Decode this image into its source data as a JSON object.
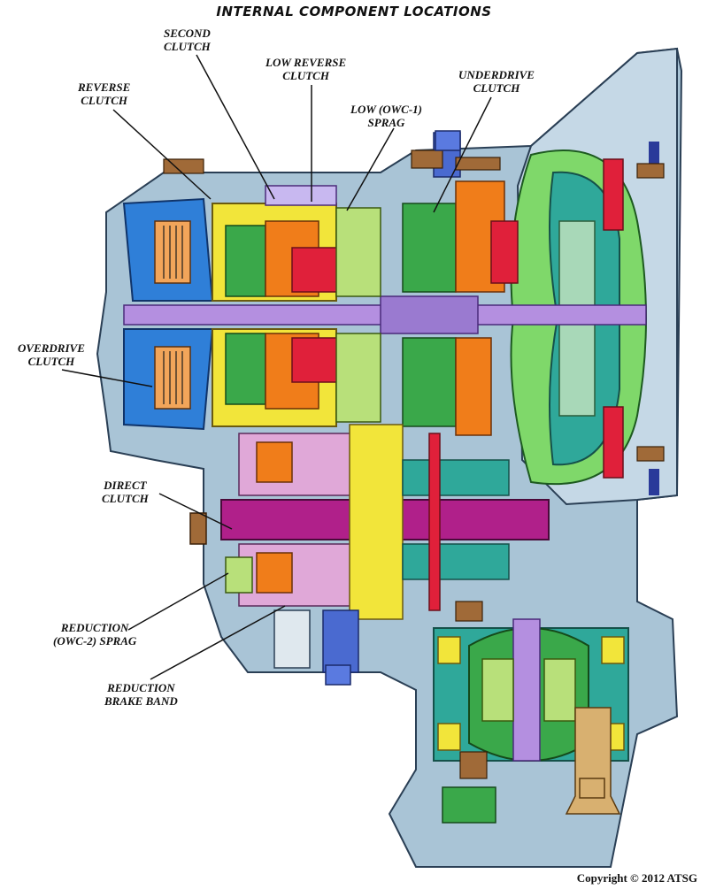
{
  "title": "INTERNAL COMPONENT LOCATIONS",
  "labels": {
    "second_clutch": [
      "SECOND",
      "CLUTCH"
    ],
    "low_reverse_clutch": [
      "LOW REVERSE",
      "CLUTCH"
    ],
    "reverse_clutch": [
      "REVERSE",
      "CLUTCH"
    ],
    "low_sprag": [
      "LOW (OWC-1)",
      "SPRAG"
    ],
    "underdrive_clutch": [
      "UNDERDRIVE",
      "CLUTCH"
    ],
    "overdrive_clutch": [
      "OVERDRIVE",
      "CLUTCH"
    ],
    "direct_clutch": [
      "DIRECT",
      "CLUTCH"
    ],
    "reduction_sprag": [
      "REDUCTION",
      "(OWC-2) SPRAG"
    ],
    "reduction_band": [
      "REDUCTION",
      "BRAKE BAND"
    ]
  },
  "copyright": "Copyright © 2012 ATSG",
  "colors": {
    "case": "#a9c4d6",
    "overdrive_blue": "#2f7fd8",
    "orange": "#f07d1a",
    "red": "#e0203a",
    "green": "#3aa84a",
    "light_green": "#b8e07a",
    "purple_shaft": "#b48fe0",
    "magenta_shaft": "#b0208a",
    "teal": "#2fa89a",
    "yellow": "#f2e53a",
    "converter_green": "#7fd86a",
    "brown_bolts": "#a06a38"
  }
}
